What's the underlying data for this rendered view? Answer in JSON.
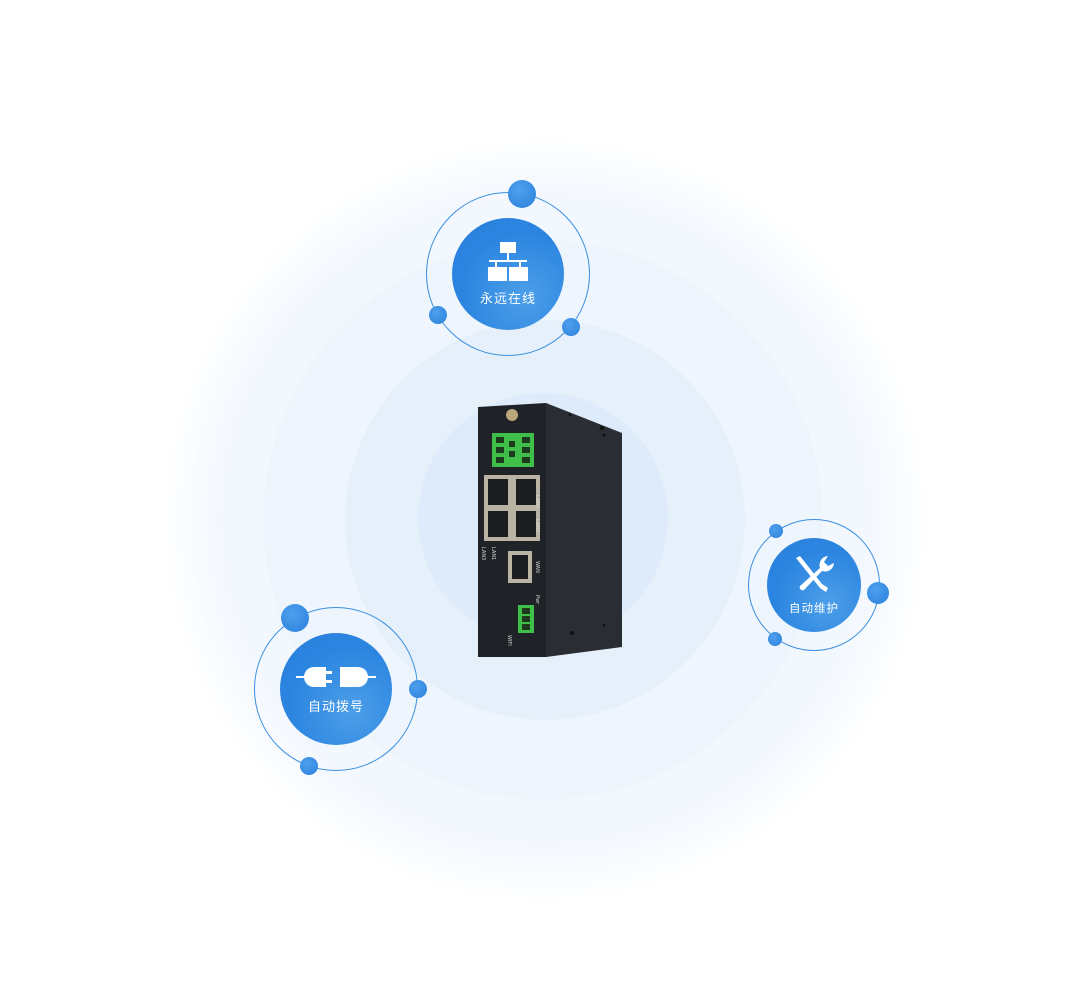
{
  "features": [
    {
      "label": "永远在线",
      "icon": "network-topology-icon"
    },
    {
      "label": "自动拨号",
      "icon": "plug-connection-icon"
    },
    {
      "label": "自动维护",
      "icon": "wrench-screwdriver-icon"
    }
  ],
  "device": {
    "name": "industrial-router",
    "port_labels": [
      "LAN4",
      "LAN2",
      "LAN3",
      "LAN1",
      "WAN",
      "WIFI",
      "Pwr"
    ]
  },
  "colors": {
    "accent": "#2b85e0",
    "halo": "#e3effb",
    "device": "#24272d",
    "terminal": "#3fbf4a"
  }
}
